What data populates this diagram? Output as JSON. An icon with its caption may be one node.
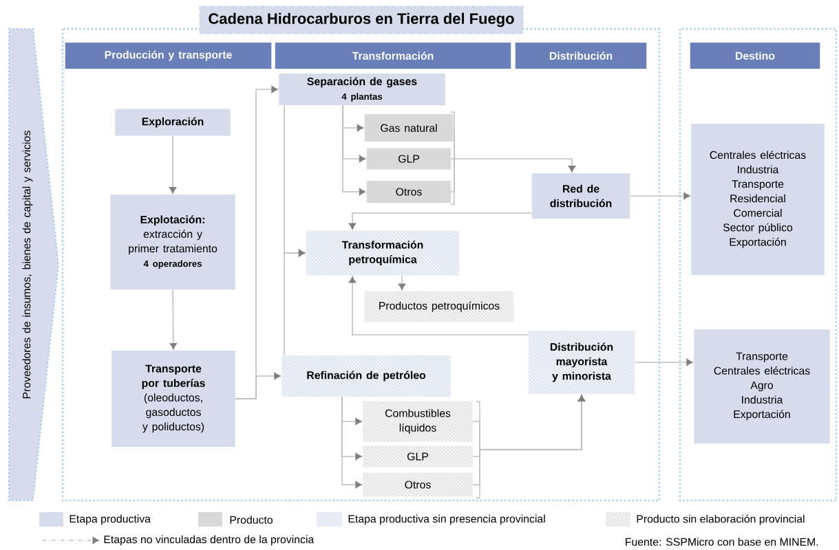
{
  "diagram": {
    "title": "Cadena Hidrocarburos en  Tierra del Fuego",
    "nodes": [
      {
        "text": [
          "Proveedores de insumos, bienes de capital y servicios"
        ]
      },
      {
        "text": [
          "Producción  y transporte"
        ]
      },
      {
        "text": [
          "Transformación"
        ]
      },
      {
        "text": [
          "Distribución"
        ]
      },
      {
        "text": [
          "Destino"
        ]
      },
      {
        "text": [
          "Exploración"
        ]
      },
      {
        "text": [
          "Explotación:",
          "extracción y primer tratamiento",
          "4 operadores"
        ]
      },
      {
        "text": [
          "Transporte por tuberías",
          "(oleoductos, gasoductos y poliductos)"
        ]
      },
      {
        "text": [
          "Separación de gases",
          "4 plantas"
        ]
      },
      {
        "text": [
          "Gas natural"
        ]
      },
      {
        "text": [
          "GLP"
        ]
      },
      {
        "text": [
          "Otros"
        ]
      },
      {
        "text": [
          "Red de distribución"
        ]
      },
      {
        "text": [
          "Transformación petroquímica"
        ]
      },
      {
        "text": [
          "Productos petroquímicos"
        ]
      },
      {
        "text": [
          "Refinación de petróleo"
        ]
      },
      {
        "text": [
          "Combustibles líquidos"
        ]
      },
      {
        "text": [
          "GLP"
        ]
      },
      {
        "text": [
          "Otros"
        ]
      },
      {
        "text": [
          "Distribución mayorista y minorista"
        ]
      },
      {
        "text": [
          "Centrales eléctricas",
          "Industria",
          "Transporte",
          "Residencial",
          "Comercial",
          "Sector público",
          "Exportación"
        ]
      },
      {
        "text": [
          "Transporte",
          "Centrales eléctricas",
          "Agro",
          "Industria",
          "Exportación"
        ]
      }
    ],
    "edges": [
      {
        "from": 5,
        "to": 6,
        "arrow": "to"
      },
      {
        "from": 6,
        "to": 7,
        "arrow": "to"
      },
      {
        "from": 7,
        "to": 8,
        "arrow": "to"
      },
      {
        "from": 7,
        "to": 15,
        "arrow": "to"
      },
      {
        "from": 8,
        "to": 9,
        "arrow": "to"
      },
      {
        "from": 8,
        "to": 10,
        "arrow": "to"
      },
      {
        "from": 8,
        "to": 11,
        "arrow": "to"
      },
      {
        "from": 9,
        "to": 12,
        "arrow": "to"
      },
      {
        "from": 10,
        "to": 12,
        "arrow": "to"
      },
      {
        "from": 11,
        "to": 12,
        "arrow": "to"
      },
      {
        "from": 8,
        "to": 13,
        "arrow": "to"
      },
      {
        "from": 15,
        "to": 13,
        "arrow": "to"
      },
      {
        "from": 12,
        "to": 13,
        "arrow": "to"
      },
      {
        "from": 13,
        "to": 14,
        "arrow": "to"
      },
      {
        "from": 19,
        "to": 13,
        "arrow": "to"
      },
      {
        "from": 15,
        "to": 16,
        "arrow": "to"
      },
      {
        "from": 15,
        "to": 17,
        "arrow": "to"
      },
      {
        "from": 15,
        "to": 18,
        "arrow": "to"
      },
      {
        "from": 16,
        "to": 19,
        "arrow": "to"
      },
      {
        "from": 17,
        "to": 19,
        "arrow": "to"
      },
      {
        "from": 18,
        "to": 19,
        "arrow": "to"
      },
      {
        "from": 12,
        "to": 20,
        "arrow": "to"
      },
      {
        "from": 19,
        "to": 21,
        "arrow": "to"
      }
    ],
    "labels": [
      "Fuente:  SSPMicro con base en  MINEM."
    ],
    "legend": [
      {
        "text": "Etapa productiva",
        "color": "#d6dcec"
      },
      {
        "text": "Producto",
        "color": "#d9d9d9"
      },
      {
        "text": "Etapa productiva sin presencia provincial"
      },
      {
        "text": "Producto sin elaboración provincial"
      },
      {
        "text": "Etapas no vinculadas dentro de la provincia"
      }
    ]
  }
}
